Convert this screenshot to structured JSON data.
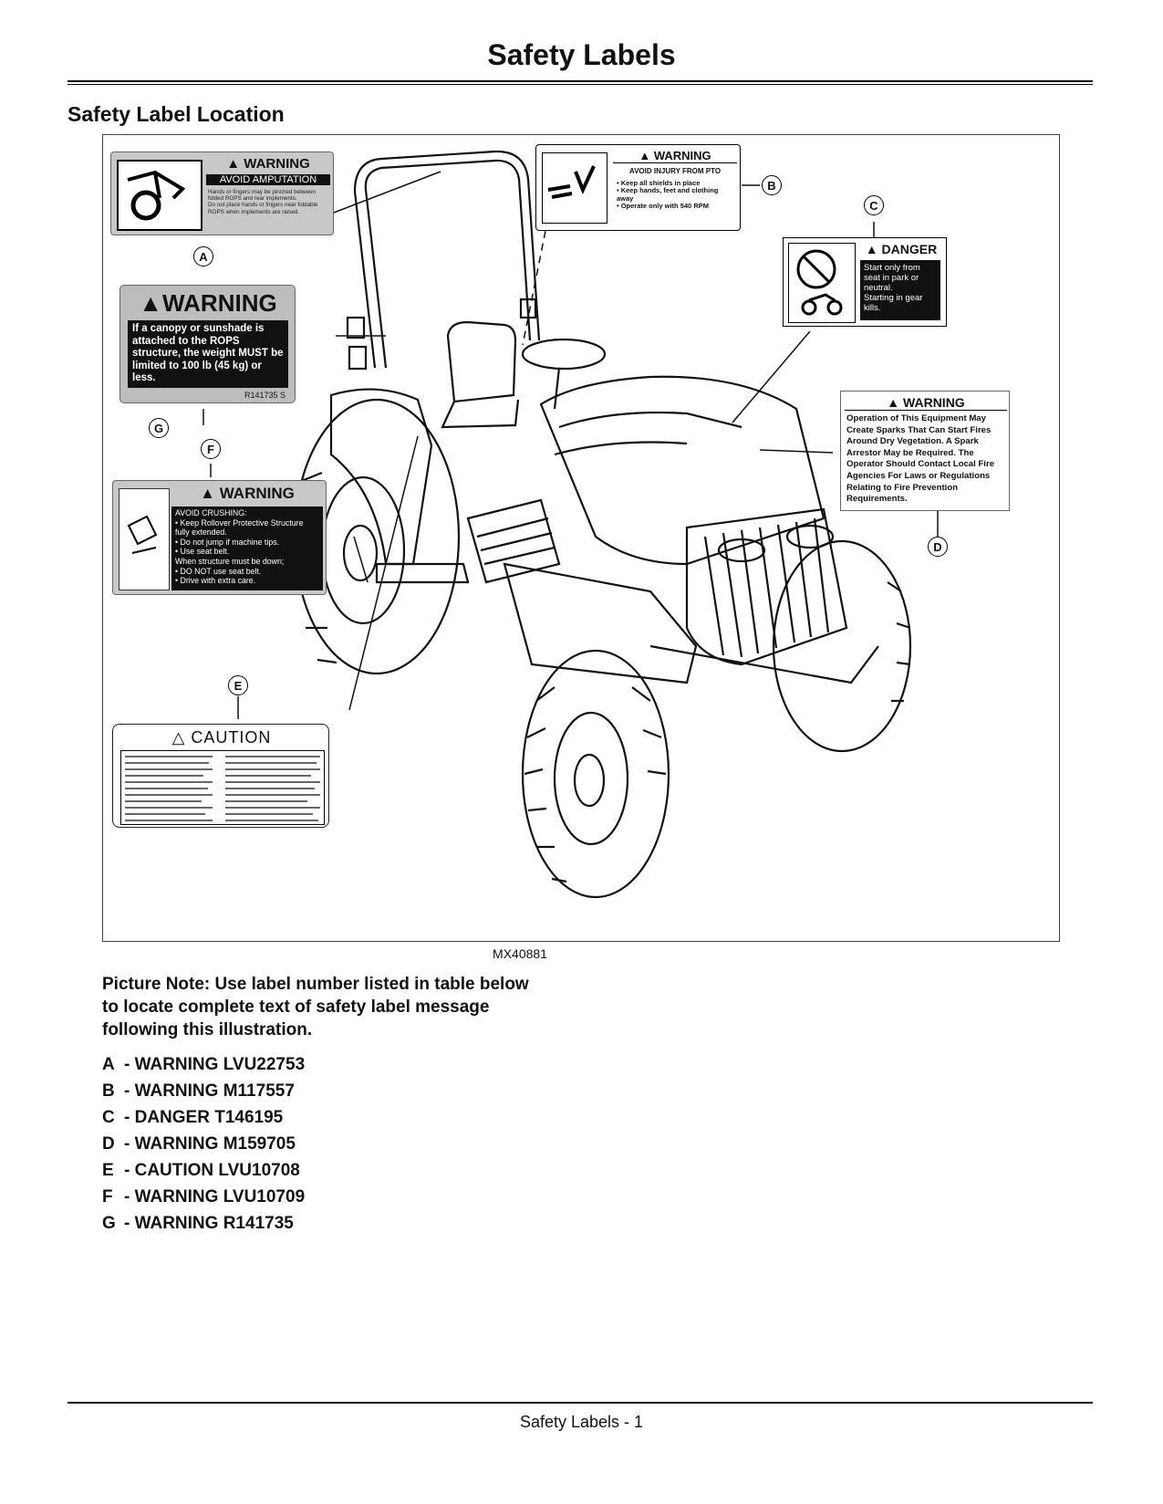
{
  "page": {
    "title": "Safety Labels",
    "section_title": "Safety Label Location",
    "figure_id": "MX40881",
    "picture_note": "Picture Note: Use label number listed in table below to locate complete text of safety label message following this illustration.",
    "footer": "Safety Labels - 1"
  },
  "label_list": [
    {
      "letter": "A",
      "text": "- WARNING LVU22753"
    },
    {
      "letter": "B",
      "text": "- WARNING M117557"
    },
    {
      "letter": "C",
      "text": "- DANGER T146195"
    },
    {
      "letter": "D",
      "text": "- WARNING M159705"
    },
    {
      "letter": "E",
      "text": "- CAUTION LVU10708"
    },
    {
      "letter": "F",
      "text": "- WARNING LVU10709"
    },
    {
      "letter": "G",
      "text": "- WARNING R141735"
    }
  ],
  "figure": {
    "callouts": [
      "A",
      "B",
      "C",
      "D",
      "E",
      "F",
      "G"
    ],
    "labels": {
      "a": {
        "header": "WARNING",
        "subheader": "AVOID AMPUTATION",
        "body": "Hands or fingers may be pinched between folded ROPS and rear implements.\nDo not place hands or fingers near foldable ROPS when implements are raised."
      },
      "b": {
        "header": "WARNING",
        "subheader": "AVOID INJURY FROM PTO",
        "body": "• Keep all shields in place\n• Keep hands, feet and clothing away\n• Operate only with 540 RPM"
      },
      "c": {
        "header": "DANGER",
        "body": "Start only from seat in park or neutral.\nStarting in gear kills."
      },
      "d": {
        "header": "WARNING",
        "body": "Operation of This Equipment May Create Sparks That Can Start Fires Around Dry Vegetation. A Spark Arrestor May be Required. The Operator Should Contact Local Fire Agencies For Laws or Regulations Relating to Fire Prevention Requirements."
      },
      "e": {
        "header": "CAUTION"
      },
      "f": {
        "header": "WARNING",
        "body": "AVOID CRUSHING:\n• Keep Rollover Protective Structure fully extended.\n• Do not jump if machine tips.\n• Use seat belt.\nWhen structure must be down;\n• DO NOT use seat belt.\n• Drive with extra care."
      },
      "g": {
        "header": "WARNING",
        "body": "If a canopy or sunshade is attached to the ROPS structure, the weight MUST be limited to 100 lb (45 kg) or less.",
        "code": "R141735   S"
      }
    },
    "colors": {
      "label_bg": "#c8c8c8",
      "label_dark": "#111111"
    }
  }
}
